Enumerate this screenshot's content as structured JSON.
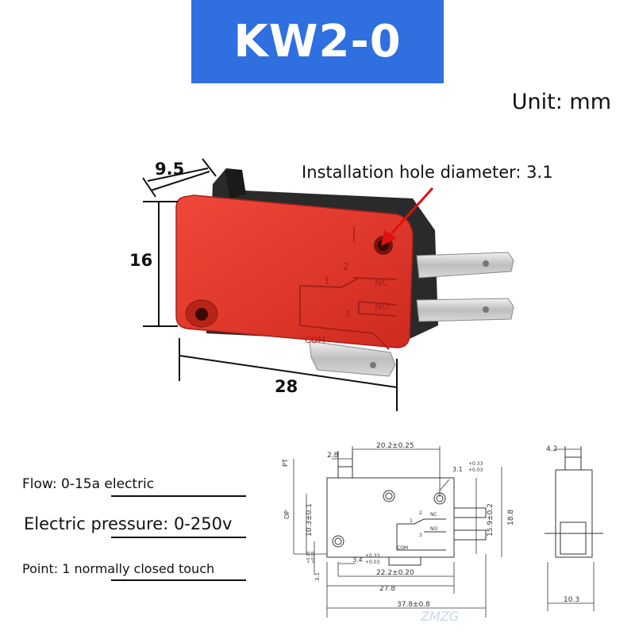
{
  "header": {
    "model": "KW2-0",
    "unit": "Unit: mm",
    "brand_color": "#2f6fe0"
  },
  "photo": {
    "dim_depth": "9.5",
    "dim_height": "16",
    "dim_length": "28",
    "hole_callout": "Installation hole diameter: 3.1",
    "terminal_labels": {
      "nc": "NC",
      "no": "NO",
      "com": "COM",
      "pin1": "1",
      "pin2": "2",
      "pin3": "3"
    },
    "body_color": "#e03428",
    "arrow_color": "#e01010"
  },
  "specs": [
    {
      "text": "Flow: 0-15a electric"
    },
    {
      "text": "Electric pressure: 0-250v"
    },
    {
      "text": "Point: 1 normally closed touch"
    }
  ],
  "drawing": {
    "pt": "PT",
    "op": "OP",
    "d_2_8": "2.8",
    "d_20_2": "20.2±0.25",
    "d_hole": "3.1",
    "d_hole_tol_plus": "+0.33",
    "d_hole_tol_minus": "+0.03",
    "d_4_2": "4.2",
    "d_10_3_01": "10.3±0.1",
    "d_15_9": "15.9±0.2",
    "d_18_8": "18.8",
    "d_3_4": "3.4",
    "d_3_4_tol_plus": "+0.33",
    "d_3_4_tol_minus": "+0.03",
    "d_3_1": "3.1",
    "d_3_1_tol_plus": "+0.33",
    "d_3_1_tol_minus": "+0.03",
    "d_22_2": "22.2±0.20",
    "d_27_8": "27.8",
    "d_37_8": "37.8±0.8",
    "d_10_3": "10.3",
    "nc": "NC",
    "no": "NO",
    "com": "COM",
    "pin1": "1",
    "pin2": "2",
    "pin3": "3"
  },
  "watermark": "ZMZG"
}
